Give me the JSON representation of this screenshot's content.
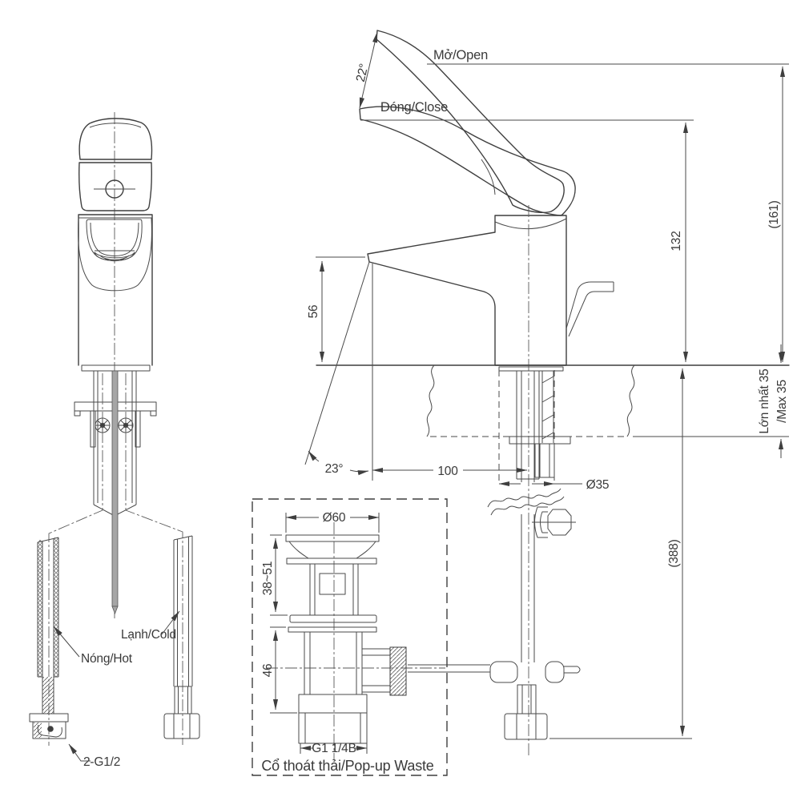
{
  "drawing": {
    "ink": "#3f3f3f",
    "background": "#ffffff",
    "handle": {
      "open": "Mở/Open",
      "close": "Đóng/Close",
      "swing_angle": "22°"
    },
    "side_dims": {
      "overall_height": "(161)",
      "handle_height": "132",
      "spout_height": "56",
      "spout_angle": "23°",
      "spout_reach": "100",
      "body_diameter": "Ø35",
      "deck_max_vi": "Lớn nhất 35",
      "deck_max_en": "/Max 35",
      "below_deck_depth": "(388)"
    },
    "popup_waste": {
      "caption": "Cổ thoát thải/Pop-up Waste",
      "flange_diameter": "Ø60",
      "deck_range": "38~51",
      "tail_height": "46",
      "thread": "G1 1/4B"
    },
    "supply": {
      "hot": "Nóng/Hot",
      "cold": "Lạnh/Cold",
      "thread": "2-G1/2"
    }
  }
}
